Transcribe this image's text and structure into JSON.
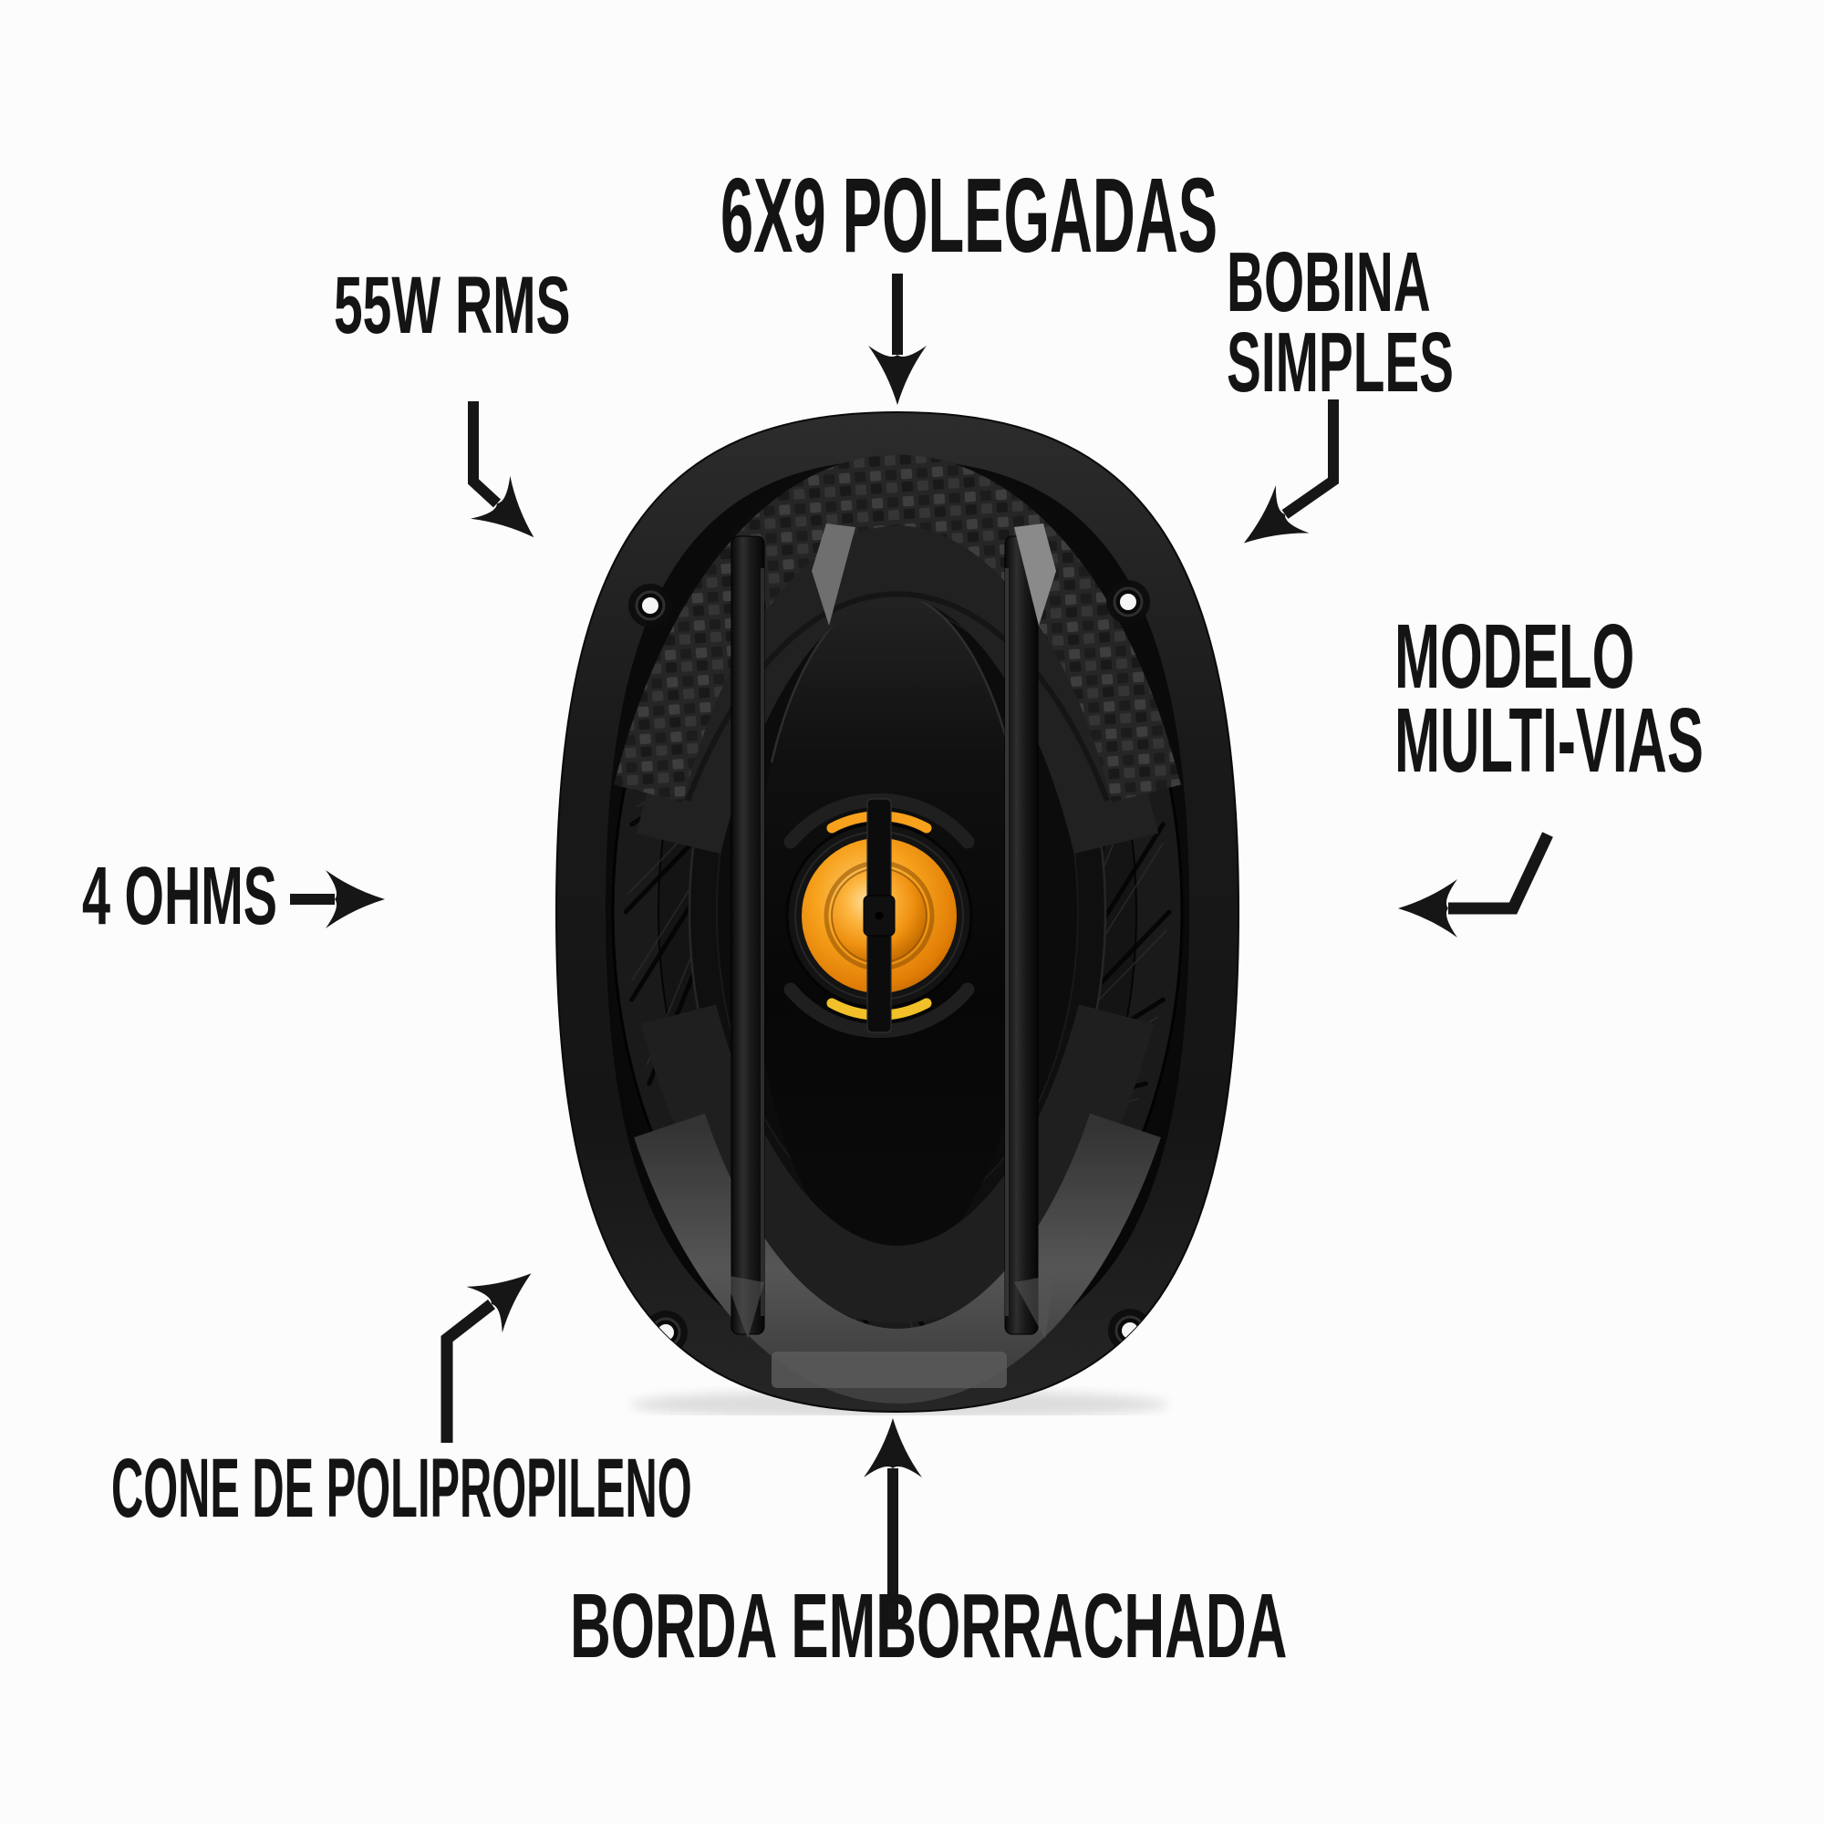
{
  "page": {
    "background": "#fcfcfc",
    "description": "annotated top view photo of an oval 6x9 coaxial car speaker with orange center tweeter"
  },
  "colors": {
    "text": "#141414",
    "arrow": "#161616",
    "speaker_body": "#1a1a1a",
    "tweeter_orange": "#f59e19",
    "tweeter_highlight": "#ffd27a",
    "tweeter_deep_orange": "#b96200",
    "carbon_gray": "#2e2e2e",
    "bottom_band_gray": "#555555"
  },
  "callouts": [
    {
      "id": "size",
      "label": "6X9 POLEGADAS",
      "arrow_icon": "down-arrow-icon"
    },
    {
      "id": "power",
      "label": "55W RMS",
      "arrow_icon": "down-right-arrow-icon"
    },
    {
      "id": "coil",
      "line1": "BOBINA",
      "line2": "SIMPLES",
      "arrow_icon": "down-left-arrow-icon"
    },
    {
      "id": "model",
      "line1": "MODELO",
      "line2": "MULTI-VIAS",
      "arrow_icon": "left-arrow-icon"
    },
    {
      "id": "impedance",
      "label": "4 OHMS",
      "arrow_icon": "right-arrow-icon"
    },
    {
      "id": "cone",
      "label": "CONE DE POLIPROPILENO",
      "arrow_icon": "up-right-arrow-icon"
    },
    {
      "id": "edge",
      "label": "BORDA EMBORRACHADA",
      "arrow_icon": "up-arrow-icon"
    }
  ]
}
